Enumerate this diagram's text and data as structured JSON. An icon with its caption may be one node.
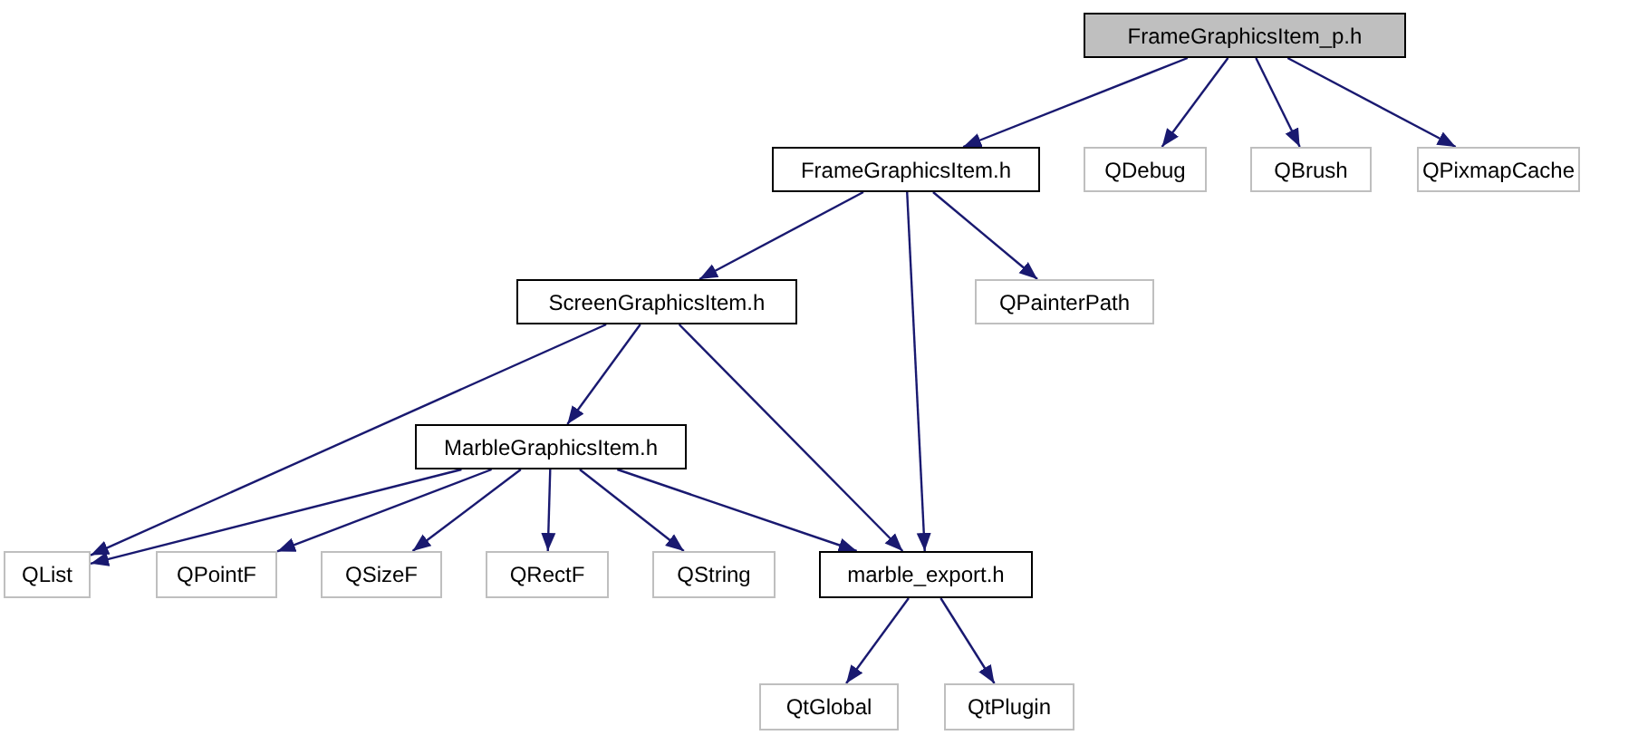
{
  "diagram": {
    "nodes": [
      {
        "text": [
          "FrameGraphicsItem_p.h"
        ]
      },
      {
        "text": [
          "FrameGraphicsItem.h"
        ]
      },
      {
        "text": [
          "QDebug"
        ]
      },
      {
        "text": [
          "QBrush"
        ]
      },
      {
        "text": [
          "QPixmapCache"
        ]
      },
      {
        "text": [
          "ScreenGraphicsItem.h"
        ]
      },
      {
        "text": [
          "QPainterPath"
        ]
      },
      {
        "text": [
          "MarbleGraphicsItem.h"
        ]
      },
      {
        "text": [
          "QList"
        ]
      },
      {
        "text": [
          "QPointF"
        ]
      },
      {
        "text": [
          "QSizeF"
        ]
      },
      {
        "text": [
          "QRectF"
        ]
      },
      {
        "text": [
          "QString"
        ]
      },
      {
        "text": [
          "marble_export.h"
        ]
      },
      {
        "text": [
          "QtGlobal"
        ]
      },
      {
        "text": [
          "QtPlugin"
        ]
      }
    ],
    "edges": [
      {
        "from": 0,
        "to": 1,
        "arrow": "to"
      },
      {
        "from": 0,
        "to": 2,
        "arrow": "to"
      },
      {
        "from": 0,
        "to": 3,
        "arrow": "to"
      },
      {
        "from": 0,
        "to": 4,
        "arrow": "to"
      },
      {
        "from": 1,
        "to": 5,
        "arrow": "to"
      },
      {
        "from": 1,
        "to": 13,
        "arrow": "to"
      },
      {
        "from": 1,
        "to": 6,
        "arrow": "to"
      },
      {
        "from": 5,
        "to": 8,
        "arrow": "to"
      },
      {
        "from": 5,
        "to": 7,
        "arrow": "to"
      },
      {
        "from": 5,
        "to": 13,
        "arrow": "to"
      },
      {
        "from": 7,
        "to": 8,
        "arrow": "to"
      },
      {
        "from": 7,
        "to": 9,
        "arrow": "to"
      },
      {
        "from": 7,
        "to": 10,
        "arrow": "to"
      },
      {
        "from": 7,
        "to": 11,
        "arrow": "to"
      },
      {
        "from": 7,
        "to": 12,
        "arrow": "to"
      },
      {
        "from": 7,
        "to": 13,
        "arrow": "to"
      },
      {
        "from": 13,
        "to": 14,
        "arrow": "to"
      },
      {
        "from": 13,
        "to": 15,
        "arrow": "to"
      }
    ]
  }
}
